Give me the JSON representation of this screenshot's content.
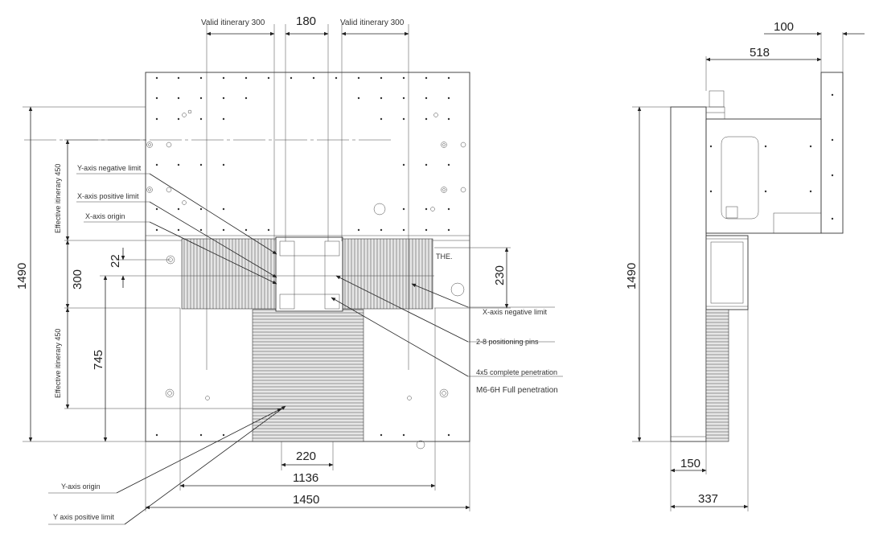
{
  "front_view": {
    "dimensions": {
      "top_center": "180",
      "top_left_travel": "Valid itinerary 300",
      "top_right_travel": "Valid itinerary 300",
      "left_total": "1490",
      "left_300": "300",
      "left_745": "745",
      "left_22": "22",
      "right_230": "230",
      "bottom_220": "220",
      "bottom_1136": "1136",
      "bottom_1450": "1450"
    },
    "vertical_labels": {
      "upper_travel": "Effective itinerary 450",
      "lower_travel": "Effective itinerary 450"
    },
    "callouts": {
      "y_neg_limit": "Y-axis negative limit",
      "x_pos_limit": "X-axis positive limit",
      "x_origin": "X-axis origin",
      "x_neg_limit": "X-axis negative limit",
      "positioning_pins": "2-8 positioning pins",
      "complete_penetration": "4x5 complete penetration",
      "m6_penetration": "M6-6H Full penetration",
      "y_origin": "Y-axis origin",
      "y_pos_limit": "Y axis positive limit",
      "the_label": "THE."
    }
  },
  "side_view": {
    "dimensions": {
      "top_100": "100",
      "top_518": "518",
      "left_1490": "1490",
      "bottom_150": "150",
      "bottom_337": "337"
    }
  }
}
